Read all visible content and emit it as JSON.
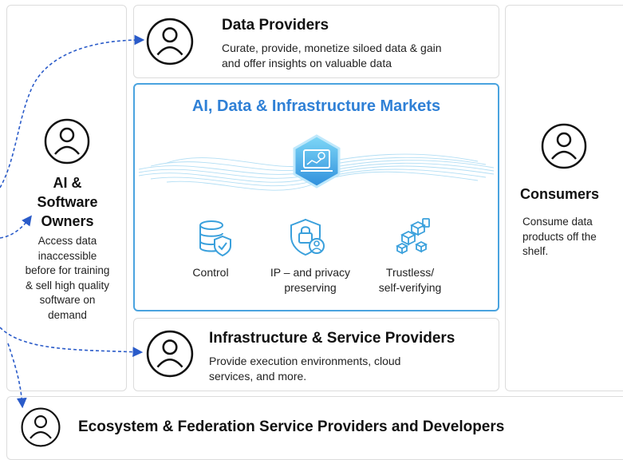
{
  "data_providers": {
    "title": "Data Providers",
    "line1": "Curate, provide, monetize siloed data & gain",
    "line2": "and offer insights on valuable data"
  },
  "ai_owners": {
    "title_line1": "AI &",
    "title_line2": "Software",
    "title_line3": "Owners",
    "desc_lines": [
      "Access data",
      "inaccessible",
      "before for training",
      "& sell high quality",
      "software on",
      "demand"
    ]
  },
  "markets": {
    "title": "AI, Data & Infrastructure Markets",
    "features": [
      {
        "label_line1": "Control",
        "label_line2": "",
        "icon": "database-shield-icon"
      },
      {
        "label_line1": "IP – and privacy",
        "label_line2": "preserving",
        "icon": "shield-user-icon"
      },
      {
        "label_line1": "Trustless/",
        "label_line2": "self-verifying",
        "icon": "cubes-network-icon"
      }
    ]
  },
  "consumers": {
    "title": "Consumers",
    "desc_lines": [
      "Consume data",
      "products off the",
      "shelf."
    ]
  },
  "infrastructure": {
    "title": "Infrastructure & Service Providers",
    "line1": "Provide execution environments, cloud",
    "line2": "services, and more."
  },
  "ecosystem": {
    "title": "Ecosystem & Federation Service Providers and Developers"
  },
  "colors": {
    "accent_blue": "#4aa3df",
    "title_gradient_start": "#2f80d6",
    "title_gradient_end": "#34c3e6",
    "arrow_blue": "#2a5bc9"
  }
}
